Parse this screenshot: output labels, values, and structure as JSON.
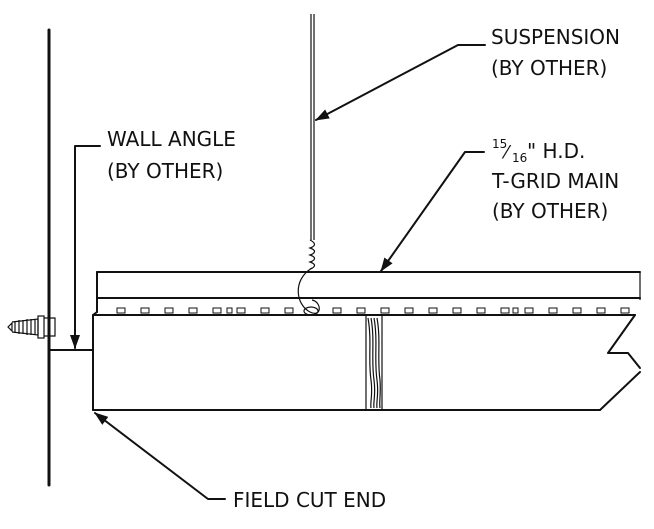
{
  "labels": {
    "suspension_line1": "SUSPENSION",
    "suspension_line2": "(BY OTHER)",
    "wall_angle_line1": "WALL ANGLE",
    "wall_angle_line2": "(BY OTHER)",
    "tgrid_frac_num": "15",
    "tgrid_frac_den": "16",
    "tgrid_line1_rest": "\" H.D.",
    "tgrid_line2": "T-GRID MAIN",
    "tgrid_line3": "(BY OTHER)",
    "field_cut": "FIELD CUT END"
  }
}
